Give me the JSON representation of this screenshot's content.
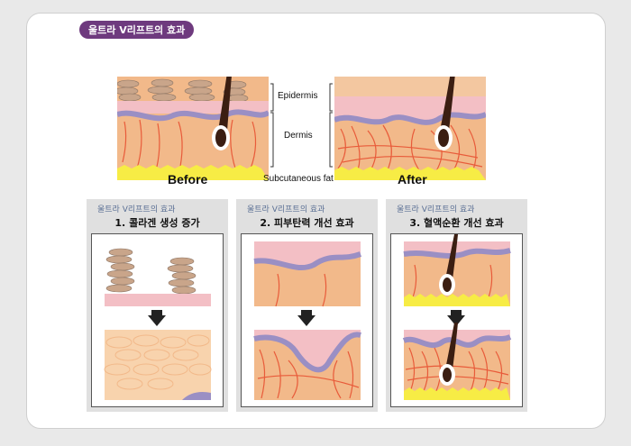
{
  "title": "울트라 V리프트의 효과",
  "top": {
    "before_label": "Before",
    "after_label": "After",
    "layers": [
      "Epidermis",
      "Dermis",
      "Subcutaneous fat"
    ]
  },
  "panels": [
    {
      "subtitle": "울트라 V리프트의 효과",
      "heading": "1. 콜라겐 생성 증가"
    },
    {
      "subtitle": "울트라 V리프트의 효과",
      "heading": "2. 피부탄력 개선 효과"
    },
    {
      "subtitle": "울트라 V리프트의 효과",
      "heading": "3. 혈액순환 개선 효과"
    }
  ],
  "colors": {
    "title_bg": "#6e3a7e",
    "dermis": "#f2b98a",
    "epidermis": "#f3bfc5",
    "membrane": "#9a8fc4",
    "vessel": "#e85b3a",
    "fat": "#f7ec45",
    "hair": "#3b1e12"
  }
}
